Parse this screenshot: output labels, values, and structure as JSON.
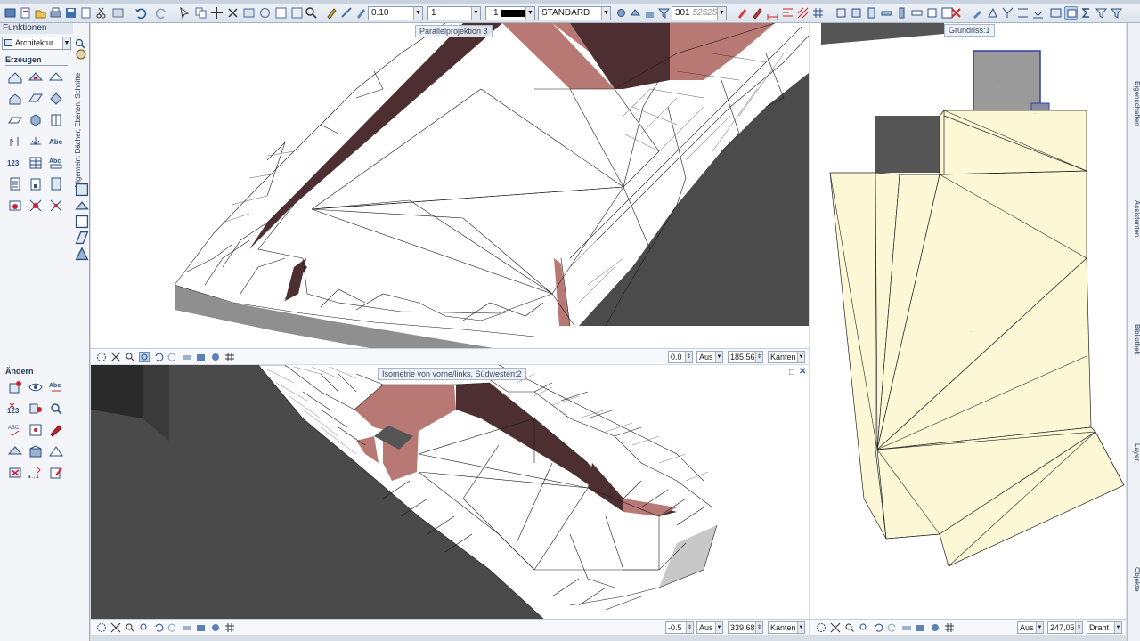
{
  "toolbar": {
    "pen_thickness": "0.10",
    "line_type": "1",
    "color_number": "1",
    "layer_name": "STANDARD",
    "scale_prefix": "301",
    "scale_value": "52525",
    "dropdown_glyph": "▼"
  },
  "left_panel": {
    "title": "Funktionen",
    "module_select": "Architektur",
    "section_create": "Erzeugen",
    "vertical_tab": "Allgemein: Dächer, Ebenen, Schnitte",
    "section_modify": "Ändern"
  },
  "viewports": {
    "parallel": {
      "label": "Parallelprojektion 3",
      "angle": "0.0",
      "mode": "Aus",
      "zoom": "185,56",
      "render": "Kanten"
    },
    "isometric": {
      "label": "Isometrie von vorne/links, Südwesten:2",
      "angle": "-0.5",
      "mode": "Aus",
      "zoom": "339,68",
      "render": "Kanten"
    },
    "plan": {
      "label": "Grundriss:1",
      "mode": "Aus",
      "zoom": "247,05",
      "render": "Draht"
    }
  },
  "right_panel": {
    "tabs": [
      "Eigenschaften",
      "Assistenten",
      "Bibliothek",
      "Layer",
      "Objekte"
    ]
  },
  "colors": {
    "roof_dark": "#4e2f31",
    "roof_light": "#b87873",
    "terrain_grey": "#4a4a4a",
    "plan_fill": "#fcf8d6"
  }
}
